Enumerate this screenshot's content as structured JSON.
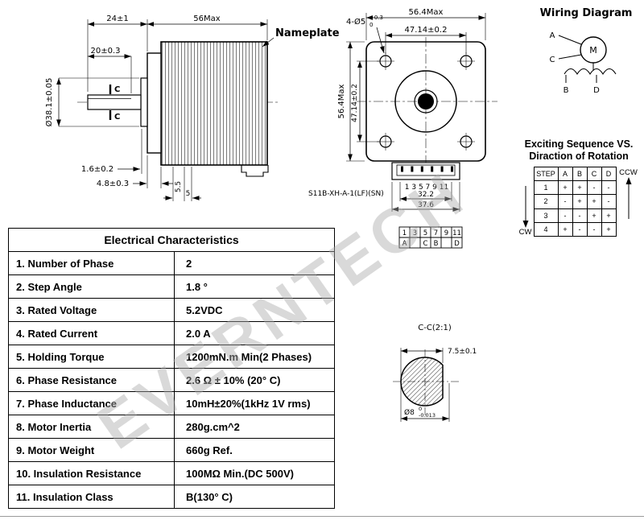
{
  "watermark": "EVERNTECH",
  "side_view": {
    "nameplate_label": "Nameplate",
    "section_mark": "C",
    "dims": {
      "shaft_length": "24±1",
      "body_length": "56Max",
      "flat_length": "20±0.3",
      "pilot_diameter": "Ø38.1±0.05",
      "boss_height": "1.6±0.2",
      "flange_thickness": "4.8±0.3",
      "dim_5_5": "5.5",
      "dim_5": "5"
    }
  },
  "front_view": {
    "dims": {
      "width": "56.4Max",
      "height": "56.4Max",
      "hole_spacing_h": "47.14±0.2",
      "hole_spacing_v": "47.14±0.2",
      "holes": "4-Ø5",
      "holes_tol_upper": "+0.3",
      "holes_tol_lower": "0",
      "connector_pins_width": "32.2",
      "connector_width": "37.6"
    },
    "connector_label": "S11B-XH-A-1(LF)(SN)",
    "pin_numbers": "1 3 5 7 9 11",
    "pin_table": {
      "pins": [
        "1",
        "3",
        "5",
        "7",
        "9",
        "11"
      ],
      "signals": [
        "A",
        "",
        "C",
        "B",
        "",
        "D"
      ]
    }
  },
  "wiring": {
    "title": "Wiring Diagram",
    "motor_label": "M",
    "terminal_a": "A",
    "terminal_b": "B",
    "terminal_c": "C",
    "terminal_d": "D"
  },
  "sequence": {
    "title1": "Exciting Sequence VS.",
    "title2": "Diraction of Rotation",
    "header": [
      "STEP",
      "A",
      "B",
      "C",
      "D"
    ],
    "rows": [
      [
        "1",
        "+",
        "+",
        "-",
        "-"
      ],
      [
        "2",
        "-",
        "+",
        "+",
        "-"
      ],
      [
        "3",
        "-",
        "-",
        "+",
        "+"
      ],
      [
        "4",
        "+",
        "-",
        "-",
        "+"
      ]
    ],
    "cw": "CW",
    "ccw": "CCW"
  },
  "section_view": {
    "title": "C-C(2:1)",
    "flat_dim": "7.5±0.1",
    "shaft_diameter": "Ø8",
    "dia_tol_upper": "0",
    "dia_tol_lower": "-0.013"
  },
  "electrical": {
    "title": "Electrical Characteristics",
    "rows": [
      {
        "label": "1. Number of Phase",
        "value": "2"
      },
      {
        "label": "2. Step Angle",
        "value": "1.8 °"
      },
      {
        "label": "3. Rated Voltage",
        "value": "5.2VDC"
      },
      {
        "label": "4. Rated Current",
        "value": "2.0 A"
      },
      {
        "label": "5. Holding Torque",
        "value": "1200mN.m Min(2 Phases)"
      },
      {
        "label": "6. Phase Resistance",
        "value": "2.6 Ω ± 10% (20° C)"
      },
      {
        "label": "7. Phase Inductance",
        "value": "10mH±20%(1kHz 1V rms)"
      },
      {
        "label": "8. Motor Inertia",
        "value": "280g.cm^2"
      },
      {
        "label": "9. Motor Weight",
        "value": "660g Ref."
      },
      {
        "label": "10. Insulation Resistance",
        "value": "100MΩ Min.(DC 500V)"
      },
      {
        "label": "11. Insulation Class",
        "value": "B(130° C)"
      }
    ]
  }
}
